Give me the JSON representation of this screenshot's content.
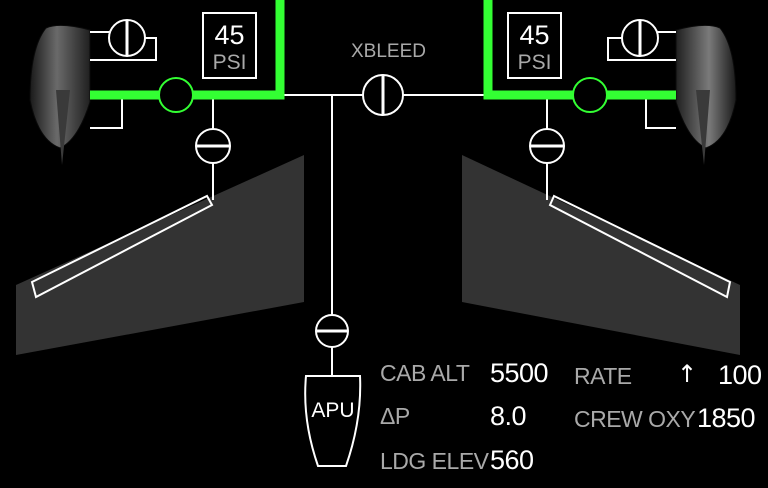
{
  "left_duct": {
    "pressure": "45",
    "unit": "PSI"
  },
  "right_duct": {
    "pressure": "45",
    "unit": "PSI"
  },
  "xbleed_label": "XBLEED",
  "apu_label": "APU",
  "cabin": {
    "cab_alt_label": "CAB ALT",
    "cab_alt_value": "5500",
    "dp_label": "ΔP",
    "dp_value": "8.0",
    "ldg_elev_label": "LDG ELEV",
    "ldg_elev_value": "560",
    "rate_label": "RATE",
    "rate_arrow": "↑",
    "rate_value": "100",
    "crew_oxy_label": "CREW OXY",
    "crew_oxy_value": "1850"
  },
  "colors": {
    "bleed_active": "#33ff33",
    "line": "#ffffff",
    "wing": "#333333",
    "label": "#a9a9a9"
  }
}
